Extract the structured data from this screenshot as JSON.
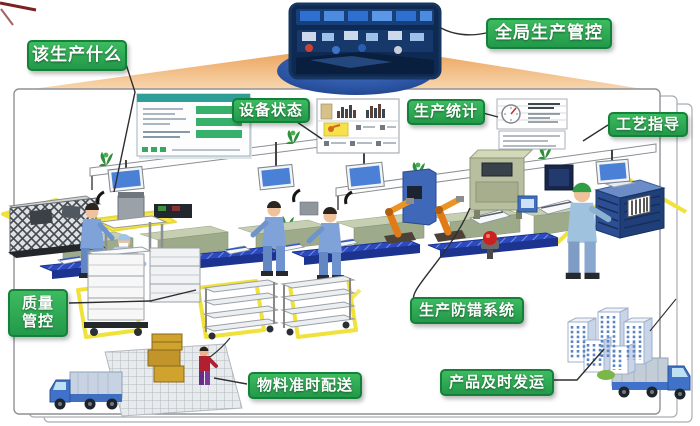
{
  "diagram": {
    "title_hint": "smart-factory-production-overview",
    "labels": {
      "what_to_produce": "该生产什么",
      "global_control": "全局生产管控",
      "equipment_status": "设备状态",
      "production_stats": "生产统计",
      "process_guidance": "工艺指导",
      "quality_control": "质量管控",
      "error_proofing": "生产防错系统",
      "material_delivery": "物料准时配送",
      "product_shipping": "产品及时发运"
    },
    "colors": {
      "label_green": "#2fae53",
      "label_border": "#14803a",
      "beam_orange": "#f0b078",
      "ellipse_blue": "#2b55a5",
      "conveyor_blue": "#2b4abd",
      "floor_path_yellow": "#f0e23a",
      "workbench_sage": "#c2cdb0",
      "robot_orange": "#e07b18"
    }
  }
}
